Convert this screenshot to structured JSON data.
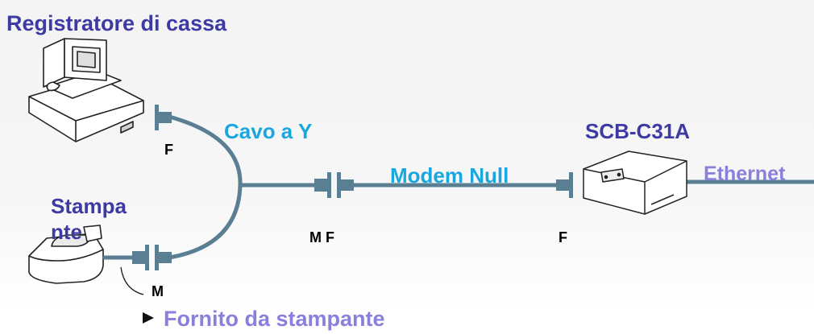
{
  "labels": {
    "title": "Registratore di cassa",
    "y_cable": "Cavo a Y",
    "modem_null": "Modem Null",
    "device": "SCB-C31A",
    "ethernet": "Ethernet",
    "printer_line1": "Stampa",
    "printer_line2": "nte",
    "supplied_note": "Fornito da stampante"
  },
  "ports": {
    "register_f": "F",
    "middle_mf": "M F",
    "device_f": "F",
    "printer_m": "M"
  },
  "colors": {
    "title": "#3d3aa3",
    "cable": "#5a7f92",
    "cable_label": "#1aa7df",
    "ethernet": "#8a80dc",
    "note": "#8a80dc"
  },
  "icons": {
    "register": "cash-register-computer-icon",
    "printer": "receipt-printer-icon",
    "device": "scb-c31a-converter-icon",
    "note_marker": "triangle-right-icon"
  }
}
